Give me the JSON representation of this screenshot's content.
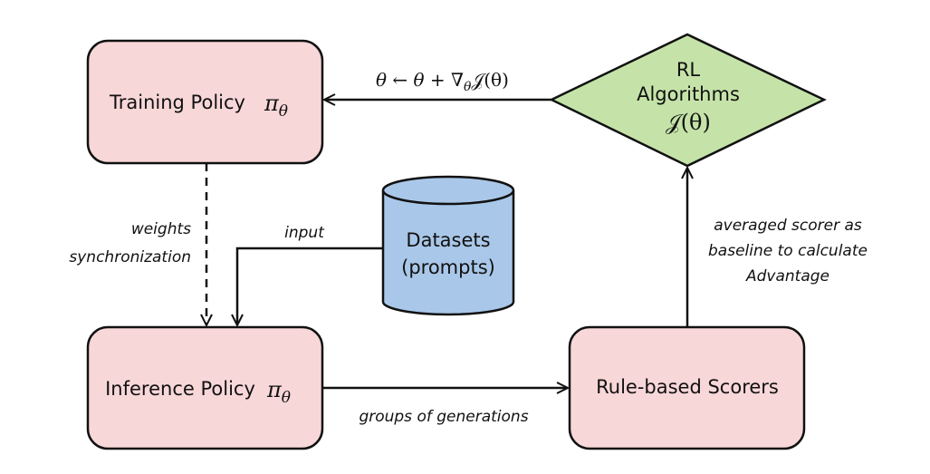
{
  "nodes": {
    "training_policy": {
      "label": "Training Policy",
      "symbol": "π",
      "subscript": "θ"
    },
    "inference_policy": {
      "label": "Inference Policy",
      "symbol": "π",
      "subscript": "θ"
    },
    "rl_algorithms": {
      "line1": "RL",
      "line2": "Algorithms",
      "objective": "𝒥(θ)"
    },
    "datasets": {
      "line1": "Datasets",
      "line2": "(prompts)"
    },
    "scorers": {
      "label": "Rule-based Scorers"
    }
  },
  "edges": {
    "update": {
      "label_left": "θ ← θ + ∇",
      "label_sub": "θ",
      "label_right": "𝒥(θ)"
    },
    "sync": {
      "line1": "weights",
      "line2": "synchronization"
    },
    "input": {
      "label": "input"
    },
    "generations": {
      "label": "groups of generations"
    },
    "advantage": {
      "line1": "averaged scorer as",
      "line2": "baseline to calculate",
      "line3": "Advantage"
    }
  },
  "colors": {
    "policy_fill": "#f8d7d8",
    "rl_fill": "#c5e3a8",
    "datasets_fill": "#a9c7e8",
    "stroke": "#111111"
  }
}
